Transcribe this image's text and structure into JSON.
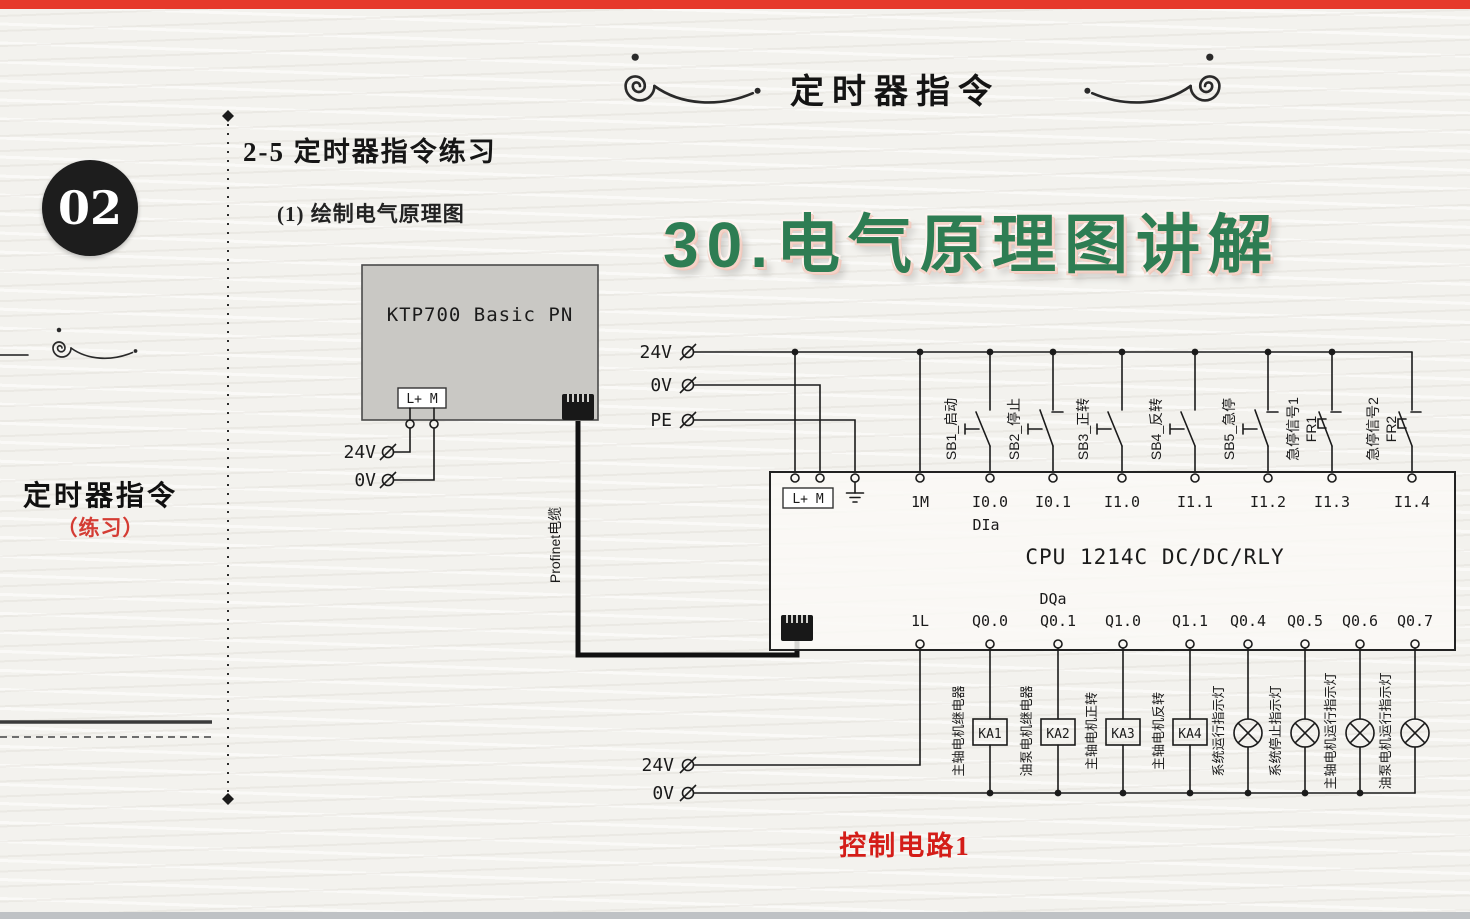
{
  "colors": {
    "accent_red": "#e6392b",
    "title_green": "#2e7d53",
    "subtitle_red": "#d43c34",
    "caption_red": "#d41d18",
    "ink": "#1b1b1b",
    "hmi_gray": "#c9c8c4"
  },
  "header": {
    "title": "定时器指令"
  },
  "sidebar": {
    "badge": "02",
    "title": "定时器指令",
    "subtitle": "（练习）"
  },
  "content": {
    "section_heading": "2-5 定时器指令练习",
    "sub_heading": "(1) 绘制电气原理图",
    "main_title": "30.电气原理图讲解",
    "caption": "控制电路1"
  },
  "hmi": {
    "model": "KTP700 Basic PN",
    "power_terminals": "L+ M",
    "supply_24v": "24V",
    "supply_0v": "0V",
    "cable_label": "Profinet电缆"
  },
  "plc": {
    "model": "CPU 1214C DC/DC/RLY",
    "power_terminals": "L+ M",
    "input_common": "1M",
    "di_group": "DIa",
    "dq_group": "DQa",
    "output_common": "1L"
  },
  "supply": {
    "top_24v": "24V",
    "top_0v": "0V",
    "top_pe": "PE",
    "bottom_24v": "24V",
    "bottom_0v": "0V"
  },
  "inputs": [
    {
      "terminal": "I0.0",
      "label": "SB1_启动"
    },
    {
      "terminal": "I0.1",
      "label": "SB2_停止"
    },
    {
      "terminal": "I1.0",
      "label": "SB3_正转"
    },
    {
      "terminal": "I1.1",
      "label": "SB4_反转"
    },
    {
      "terminal": "I1.2",
      "label": "SB5_急停"
    },
    {
      "terminal": "I1.3",
      "label": "急停信号1",
      "sublabel": "FR1"
    },
    {
      "terminal": "I1.4",
      "label": "急停信号2",
      "sublabel": "FR2"
    }
  ],
  "outputs": [
    {
      "terminal": "Q0.0",
      "device": "KA1",
      "label": "主轴电机继电器"
    },
    {
      "terminal": "Q0.1",
      "device": "KA2",
      "label": "油泵电机继电器"
    },
    {
      "terminal": "Q1.0",
      "device": "KA3",
      "label": "主轴电机正转"
    },
    {
      "terminal": "Q1.1",
      "device": "KA4",
      "label": "主轴电机反转"
    },
    {
      "terminal": "Q0.4",
      "label": "系统运行指示灯"
    },
    {
      "terminal": "Q0.5",
      "label": "系统停止指示灯"
    },
    {
      "terminal": "Q0.6",
      "label": "主轴电机运行指示灯"
    },
    {
      "terminal": "Q0.7",
      "label": "油泵电机运行指示灯"
    }
  ]
}
